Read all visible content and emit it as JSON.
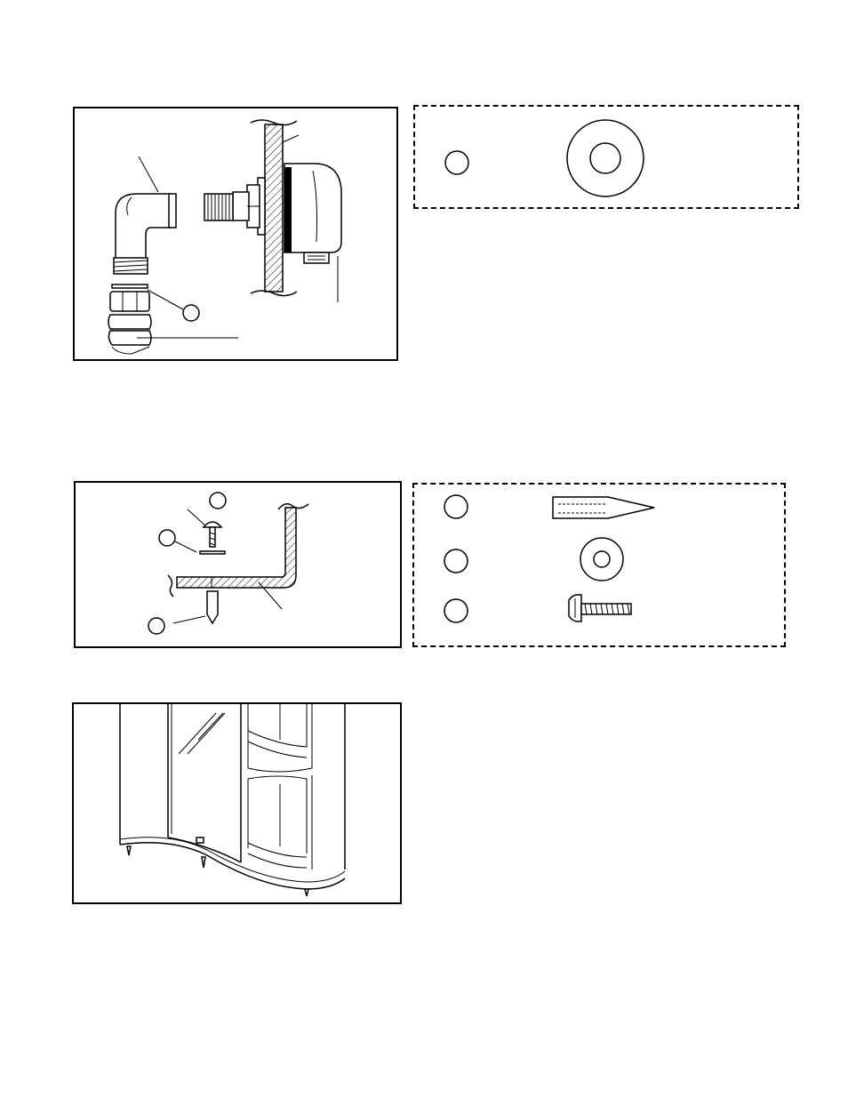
{
  "page": {
    "figures": [
      {
        "id": "drain-elbow-assembly"
      },
      {
        "id": "parts-washer"
      },
      {
        "id": "shelf-screw-assembly"
      },
      {
        "id": "parts-anchor-washer-screw"
      },
      {
        "id": "cabinet-installed"
      }
    ]
  },
  "colors": {
    "ink": "#000000",
    "paper": "#ffffff",
    "hatch": "#000000"
  }
}
